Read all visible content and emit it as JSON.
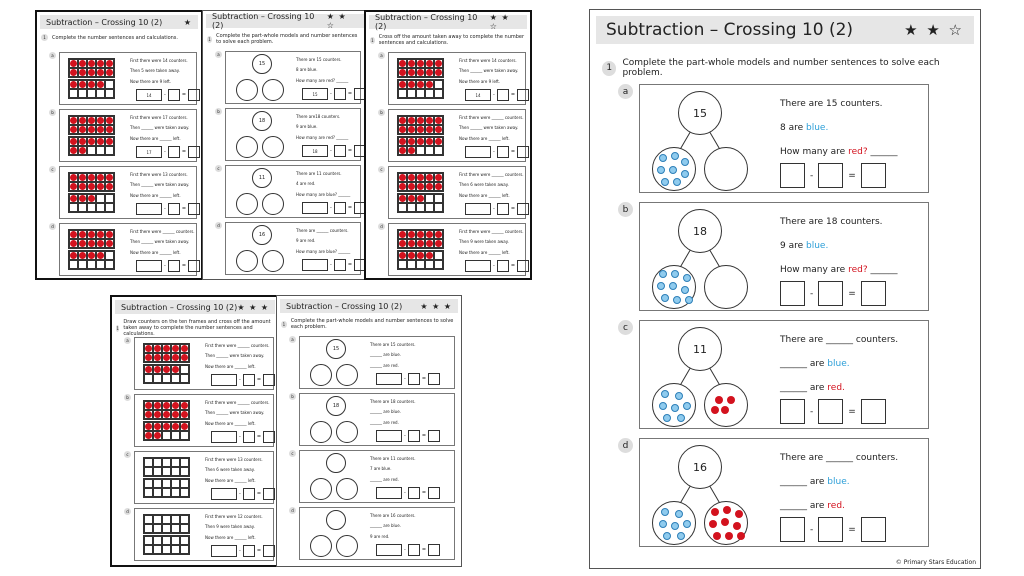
{
  "title": "Subtraction – Crossing 10 (2)",
  "stars": {
    "one": "★",
    "two": "★ ★ ☆",
    "three": "★ ★ ★"
  },
  "big": {
    "instruction_num": "1",
    "instruction": "Complete the part-whole models and number sentences to solve each problem.",
    "problems": [
      {
        "label": "a",
        "whole": "15",
        "line1": "There are 15 counters.",
        "line2_num": "8 are ",
        "line2_col": "blue.",
        "line3_pre": "How many are ",
        "line3_col": "red?",
        "line3_post": " ______"
      },
      {
        "label": "b",
        "whole": "18",
        "line1": "There are 18 counters.",
        "line2_num": "9 are ",
        "line2_col": "blue.",
        "line3_pre": "How many are ",
        "line3_col": "red?",
        "line3_post": " ______"
      },
      {
        "label": "c",
        "whole": "11",
        "line1": "There are ______ counters.",
        "line2_num": "______ are ",
        "line2_col": "blue.",
        "line3_pre": "______ are ",
        "line3_col": "red.",
        "line3_post": ""
      },
      {
        "label": "d",
        "whole": "16",
        "line1": "There are ______ counters.",
        "line2_num": "______ are ",
        "line2_col": "blue.",
        "line3_pre": "______ are ",
        "line3_col": "red.",
        "line3_post": ""
      }
    ],
    "minus": "-",
    "equals": "=",
    "copyright": "© Primary Stars Education"
  },
  "thumbs": {
    "t1": {
      "instr": "Complete the number sentences and calculations.",
      "rows": [
        {
          "l": "a",
          "a": "First there were 14 counters.",
          "b": "Then 5 were taken away.",
          "c": "Now there are 9 left.",
          "n": "14"
        },
        {
          "l": "b",
          "a": "First there were 17 counters.",
          "b": "Then ______ were taken away.",
          "c": "Now there are ______ left.",
          "n": "17"
        },
        {
          "l": "c",
          "a": "First there were 13 counters.",
          "b": "Then ______ were taken away.",
          "c": "Now there are ______ left.",
          "n": ""
        },
        {
          "l": "d",
          "a": "First there were ______ counters.",
          "b": "Then ______ were taken away.",
          "c": "Now there are ______ left.",
          "n": ""
        }
      ]
    },
    "t2": {
      "instr": "Complete the part-whole models and number sentences to solve each problem.",
      "rows": [
        {
          "l": "a",
          "w": "15",
          "a": "There are 15 counters.",
          "b": "8 are blue.",
          "c": "How many are red? ______",
          "n": "15"
        },
        {
          "l": "b",
          "w": "18",
          "a": "There are18 counters.",
          "b": "9 are blue.",
          "c": "How many are red? ______",
          "n": "18"
        },
        {
          "l": "c",
          "w": "11",
          "a": "There are 11 counters.",
          "b": "4 are red.",
          "c": "How many are blue? ______",
          "n": ""
        },
        {
          "l": "d",
          "w": "16",
          "a": "There are ______ counters.",
          "b": "9 are red.",
          "c": "How many are blue? ______",
          "n": ""
        }
      ]
    },
    "t3": {
      "instr": "Cross off the amount taken away to complete the number sentences and calculations.",
      "rows": [
        {
          "l": "a",
          "a": "First there were 14 counters.",
          "b": "Then ______ were taken away.",
          "c": "Now there are 9 left.",
          "n": "14"
        },
        {
          "l": "b",
          "a": "First there were ______ counters.",
          "b": "Then ______ were taken away.",
          "c": "Now there are ______ left.",
          "n": ""
        },
        {
          "l": "c",
          "a": "First there were ______ counters.",
          "b": "Then 6 were taken away.",
          "c": "Now there are ______ left.",
          "n": ""
        },
        {
          "l": "d",
          "a": "First there were ______ counters.",
          "b": "Then 9 were taken away.",
          "c": "Now there are ______ left.",
          "n": ""
        }
      ]
    },
    "t4": {
      "instr": "Draw counters on the ten frames and cross off the amount taken away to complete the number sentences and calculations.",
      "rows": [
        {
          "l": "a",
          "a": "First there were ______ counters.",
          "b": "Then ______ were taken away.",
          "c": "Now there are ______ left."
        },
        {
          "l": "b",
          "a": "First there were ______ counters.",
          "b": "Then ______ were taken away.",
          "c": "Now there are ______ left."
        },
        {
          "l": "c",
          "a": "First there were 13 counters.",
          "b": "Then 6 were taken away.",
          "c": "Now there are ______ left."
        },
        {
          "l": "d",
          "a": "First there were 12 counters.",
          "b": "Then 9 were taken away.",
          "c": "Now there are ______ left."
        }
      ]
    },
    "t5": {
      "instr": "Complete the part-whole models and number sentences to solve each problem.",
      "rows": [
        {
          "l": "a",
          "w": "15",
          "a": "There are 15 counters.",
          "b": "______ are blue.",
          "c": "______ are red."
        },
        {
          "l": "b",
          "w": "18",
          "a": "There are 18 counters.",
          "b": "______ are blue.",
          "c": "______ are red."
        },
        {
          "l": "c",
          "w": "",
          "a": "There are 11 counters.",
          "b": "7 are blue.",
          "c": "______ are red."
        },
        {
          "l": "d",
          "w": "",
          "a": "There are 16 counters.",
          "b": "______ are blue.",
          "c": "9 are red."
        }
      ]
    }
  }
}
